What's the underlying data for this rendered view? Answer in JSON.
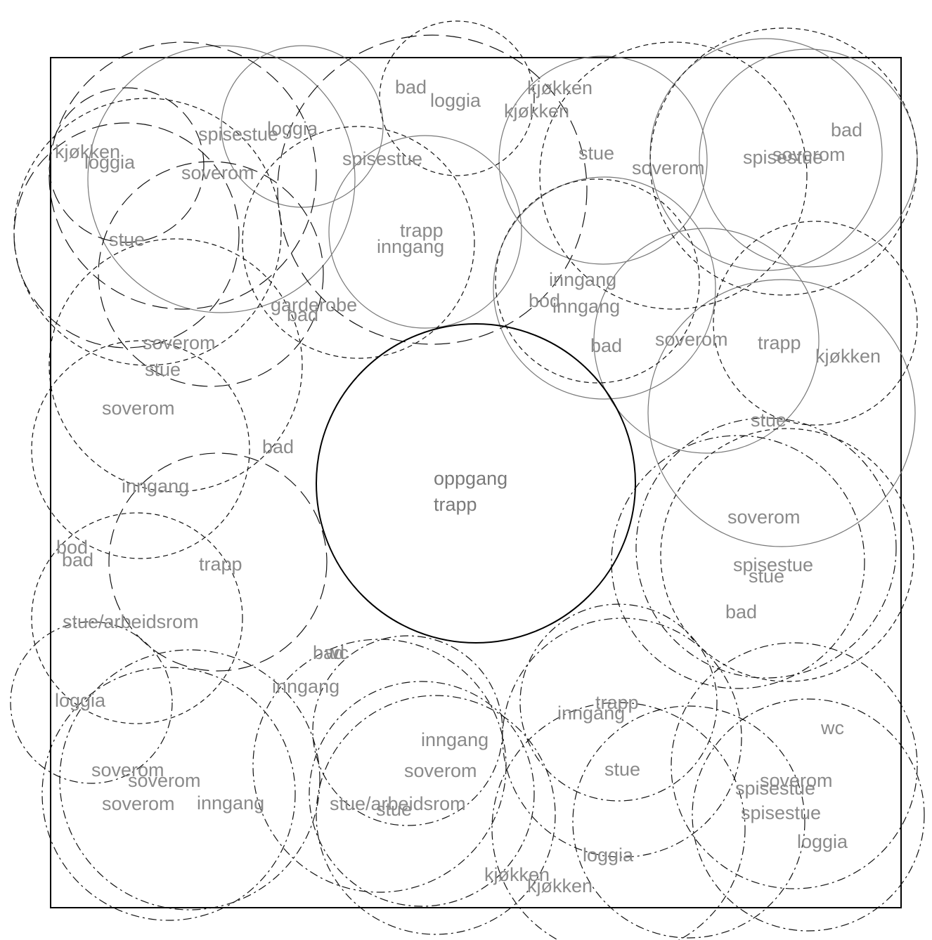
{
  "diagram": {
    "stroke_color": "#000000",
    "label_color": "#8a8a8a",
    "circles": [
      {
        "style": "solid",
        "label": ""
      },
      {
        "style": "solid",
        "label": ""
      },
      {
        "style": "solid",
        "label": ""
      },
      {
        "style": "solid",
        "label": ""
      },
      {
        "style": "solid",
        "label": ""
      },
      {
        "style": "solid",
        "label": ""
      },
      {
        "style": "solid",
        "label": ""
      },
      {
        "style": "solid",
        "label": ""
      },
      {
        "style": "solid",
        "label": ""
      },
      {
        "style": "long-dash",
        "label": ""
      },
      {
        "style": "long-dash",
        "label": ""
      },
      {
        "style": "long-dash",
        "label": ""
      },
      {
        "style": "long-dash",
        "label": ""
      },
      {
        "style": "long-dash",
        "label": ""
      },
      {
        "style": "long-dash",
        "label": ""
      },
      {
        "style": "dash",
        "label": ""
      },
      {
        "style": "dash",
        "label": ""
      },
      {
        "style": "dash",
        "label": ""
      },
      {
        "style": "dash",
        "label": ""
      },
      {
        "style": "dash",
        "label": ""
      },
      {
        "style": "dash",
        "label": ""
      },
      {
        "style": "dash",
        "label": ""
      },
      {
        "style": "dash",
        "label": ""
      },
      {
        "style": "dash",
        "label": ""
      },
      {
        "style": "dash",
        "label": ""
      },
      {
        "style": "dash",
        "label": ""
      },
      {
        "style": "dash-dot",
        "label": ""
      },
      {
        "style": "dash-dot",
        "label": ""
      },
      {
        "style": "dash-dot",
        "label": ""
      },
      {
        "style": "dash-dot",
        "label": ""
      },
      {
        "style": "dash-dot",
        "label": ""
      },
      {
        "style": "dash-dot",
        "label": ""
      },
      {
        "style": "dash-dot",
        "label": ""
      },
      {
        "style": "dash-dot",
        "label": ""
      },
      {
        "style": "dash-dot",
        "label": ""
      },
      {
        "style": "dash-dot",
        "label": ""
      },
      {
        "style": "dash-dot",
        "label": ""
      },
      {
        "style": "dash-dot",
        "label": ""
      },
      {
        "style": "dash-dot",
        "label": ""
      },
      {
        "style": "dash-dot",
        "label": ""
      },
      {
        "style": "dash-dot",
        "label": ""
      }
    ],
    "labels": [
      "oppgang",
      "trapp",
      "kjøkken",
      "loggia",
      "spisestue",
      "loggia",
      "soverom",
      "stue",
      "bad",
      "loggia",
      "kjøkken",
      "kjøkken",
      "spisestue",
      "stue",
      "soverom",
      "trapp",
      "inngang",
      "bad",
      "spisestue",
      "soverom",
      "garderobe",
      "bad",
      "inngang",
      "bod",
      "inngang",
      "bad",
      "soverom",
      "trapp",
      "kjøkken",
      "soverom",
      "stue",
      "soverom",
      "bad",
      "inngang",
      "bod",
      "bad",
      "trapp",
      "stue/arbeidsrom",
      "stue",
      "soverom",
      "spisestue",
      "stue",
      "bad",
      "bad",
      "wc",
      "inngang",
      "loggia",
      "soverom",
      "soverom",
      "soverom",
      "inngang",
      "inngang",
      "soverom",
      "stue/arbeidsrom",
      "stue",
      "trapp",
      "inngang",
      "stue",
      "loggia",
      "kjøkken",
      "kjøkken",
      "wc",
      "soverom",
      "spisestue",
      "spisestue",
      "loggia"
    ]
  }
}
